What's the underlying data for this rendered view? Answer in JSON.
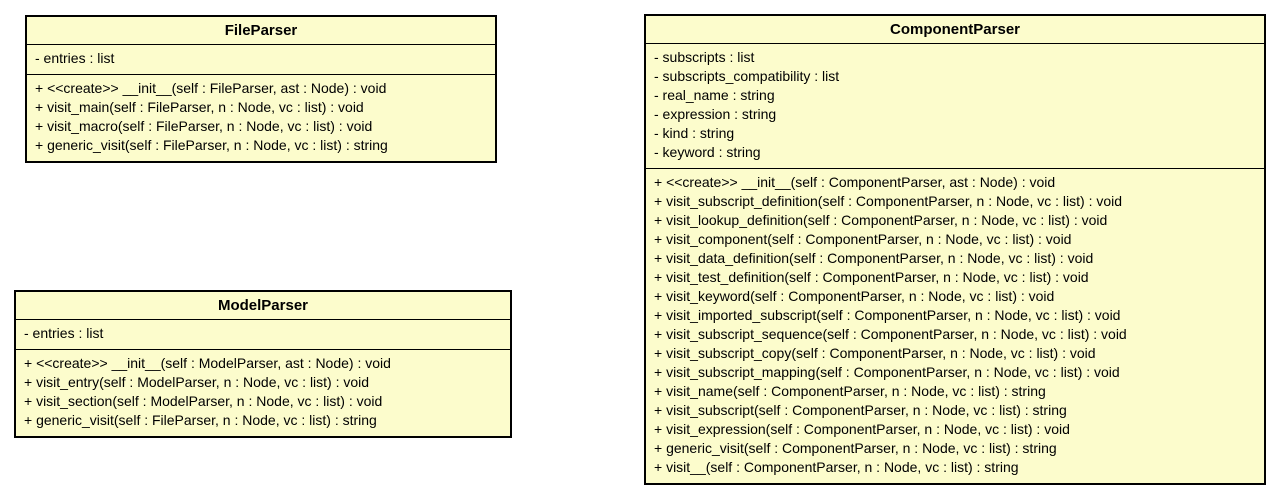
{
  "colors": {
    "class_fill": "#fcfccc",
    "class_border": "#000000",
    "page_background": "#ffffff"
  },
  "classes": [
    {
      "name": "FileParser",
      "attributes": [
        "- entries : list"
      ],
      "methods": [
        "+ <<create>> __init__(self : FileParser, ast : Node) : void",
        "+ visit_main(self : FileParser, n : Node, vc : list) : void",
        "+ visit_macro(self : FileParser, n : Node, vc : list) : void",
        "+ generic_visit(self : FileParser, n : Node, vc : list) : string"
      ]
    },
    {
      "name": "ModelParser",
      "attributes": [
        "- entries : list"
      ],
      "methods": [
        "+ <<create>> __init__(self : ModelParser, ast : Node) : void",
        "+ visit_entry(self : ModelParser, n : Node, vc : list) : void",
        "+ visit_section(self : ModelParser, n : Node, vc : list) : void",
        "+ generic_visit(self : FileParser, n : Node, vc : list) : string"
      ]
    },
    {
      "name": "ComponentParser",
      "attributes": [
        "- subscripts : list",
        "- subscripts_compatibility : list",
        "- real_name : string",
        "- expression : string",
        "- kind : string",
        "- keyword : string"
      ],
      "methods": [
        "+ <<create>> __init__(self : ComponentParser, ast : Node) : void",
        "+ visit_subscript_definition(self : ComponentParser, n : Node, vc : list) : void",
        "+ visit_lookup_definition(self : ComponentParser, n : Node, vc : list) : void",
        "+ visit_component(self : ComponentParser, n : Node, vc : list) : void",
        "+ visit_data_definition(self : ComponentParser, n : Node, vc : list) : void",
        "+ visit_test_definition(self : ComponentParser, n : Node, vc : list) : void",
        "+ visit_keyword(self : ComponentParser, n : Node, vc : list) : void",
        "+ visit_imported_subscript(self : ComponentParser, n : Node, vc : list) : void",
        "+ visit_subscript_sequence(self : ComponentParser, n : Node, vc : list) : void",
        "+ visit_subscript_copy(self : ComponentParser, n : Node, vc : list) : void",
        "+ visit_subscript_mapping(self : ComponentParser, n : Node, vc : list) : void",
        "+ visit_name(self : ComponentParser, n : Node, vc : list) : string",
        "+ visit_subscript(self : ComponentParser, n : Node, vc : list) : string",
        "+ visit_expression(self : ComponentParser, n : Node, vc : list) : void",
        "+ generic_visit(self : ComponentParser, n : Node, vc : list) : string",
        "+ visit__(self : ComponentParser, n : Node, vc : list) : string"
      ]
    }
  ]
}
